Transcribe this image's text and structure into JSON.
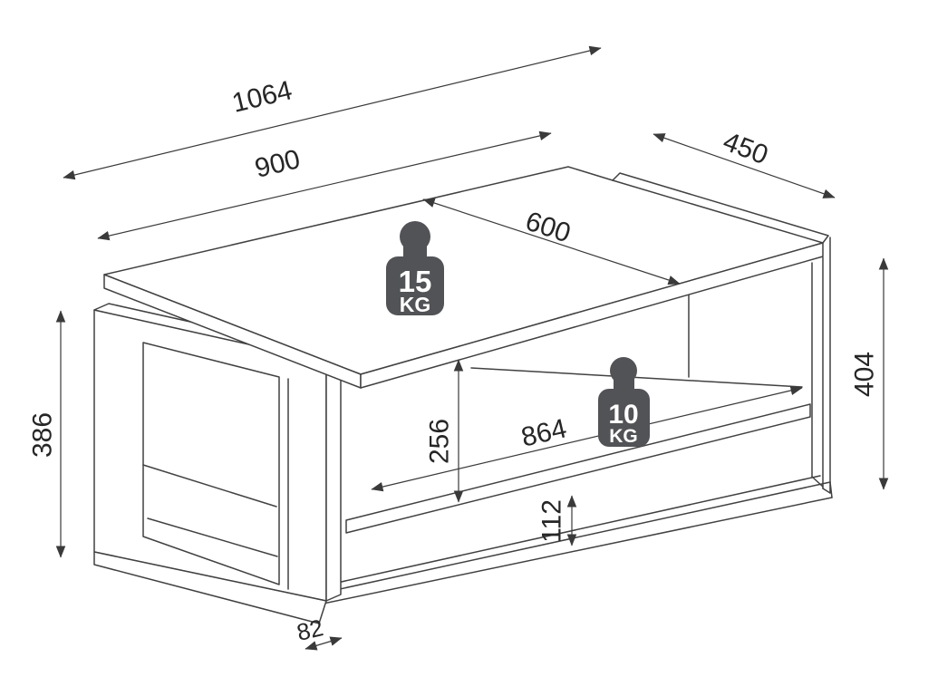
{
  "diagram": {
    "background_color": "#ffffff",
    "line_color": "#414141",
    "text_color": "#262626",
    "badge_color": "#525356"
  },
  "dimensions": {
    "overall_length": "1064",
    "top_length": "900",
    "side_depth": "450",
    "top_depth": "600",
    "right_height": "404",
    "left_frame_height": "386",
    "shelf_inner_width": "864",
    "compartment_height": "256",
    "base_clearance": "112",
    "frame_board_width": "82"
  },
  "load_capacity": {
    "tabletop": {
      "value": "15",
      "unit": "KG"
    },
    "shelf": {
      "value": "10",
      "unit": "KG"
    }
  }
}
